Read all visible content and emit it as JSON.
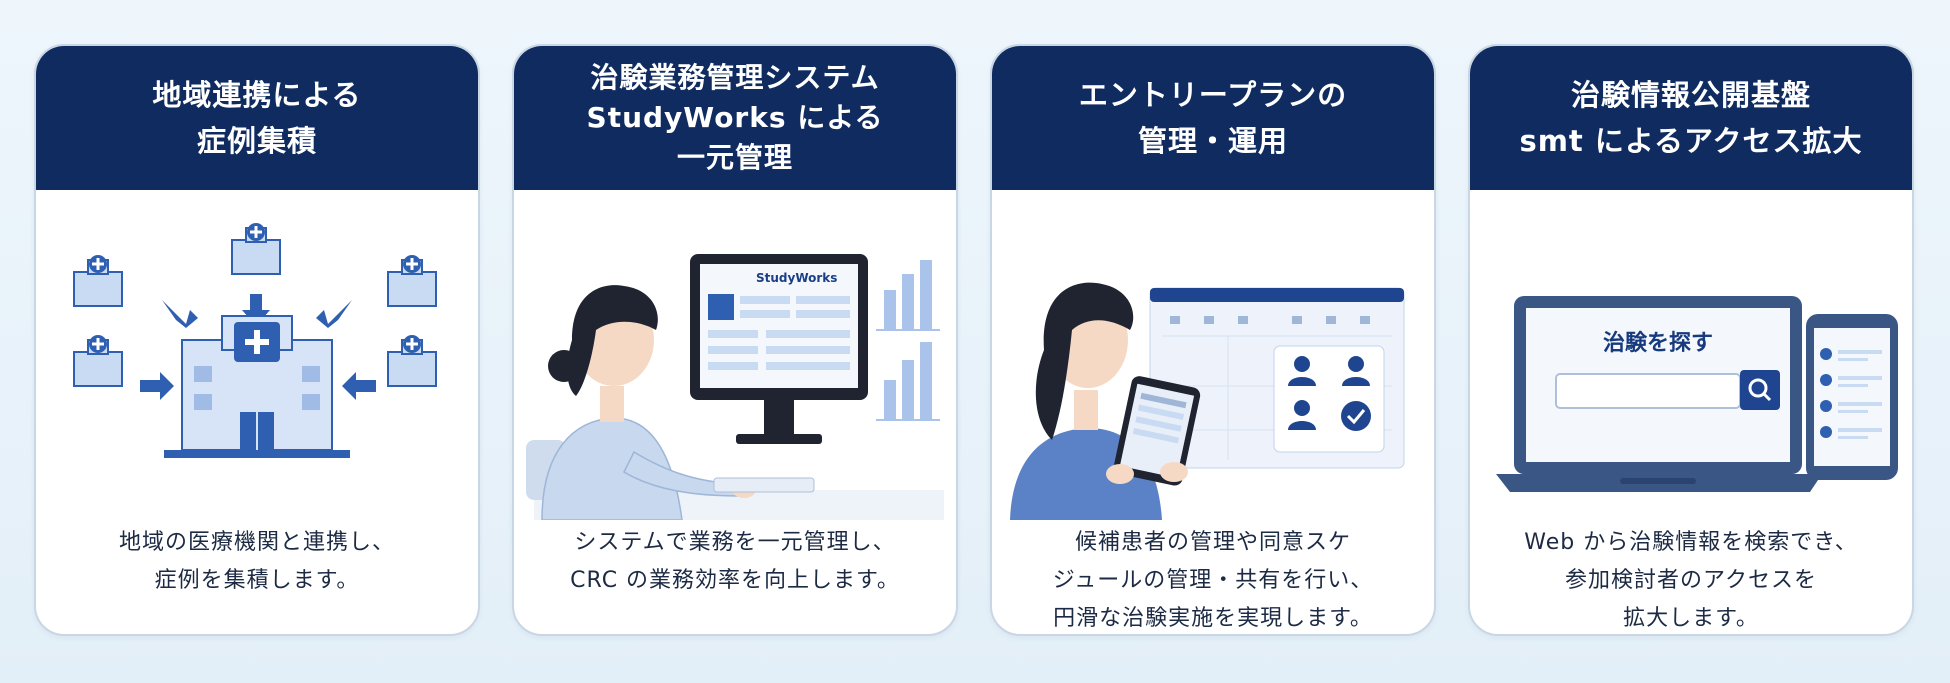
{
  "cards": [
    {
      "title_lines": [
        "地域連携による",
        "症例集積"
      ],
      "desc_lines": [
        "地域の医療機関と連携し、",
        "症例を集積します。"
      ],
      "illustration": "hospital-network-icon"
    },
    {
      "title_lines": [
        "治験業務管理システム",
        "StudyWorks による",
        "一元管理"
      ],
      "desc_lines": [
        "システムで業務を一元管理し、",
        "CRC の業務効率を向上します。"
      ],
      "illustration": "woman-at-computer-icon",
      "screen_label": "StudyWorks"
    },
    {
      "title_lines": [
        "エントリープランの",
        "管理・運用"
      ],
      "desc_lines": [
        "候補患者の管理や同意スケ",
        "ジュールの管理・共有を行い、",
        "円滑な治験実施を実現します。"
      ],
      "illustration": "woman-with-tablet-icon"
    },
    {
      "title_lines": [
        "治験情報公開基盤",
        "smt によるアクセス拡大"
      ],
      "desc_lines": [
        "Web から治験情報を検索でき、",
        "参加検討者のアクセスを",
        "拡大します。"
      ],
      "illustration": "laptop-and-phone-icon",
      "screen_label": "治験を探す"
    }
  ],
  "colors": {
    "header": "#0f2b60",
    "accent": "#2f5fb0",
    "light": "#c9daf3"
  }
}
